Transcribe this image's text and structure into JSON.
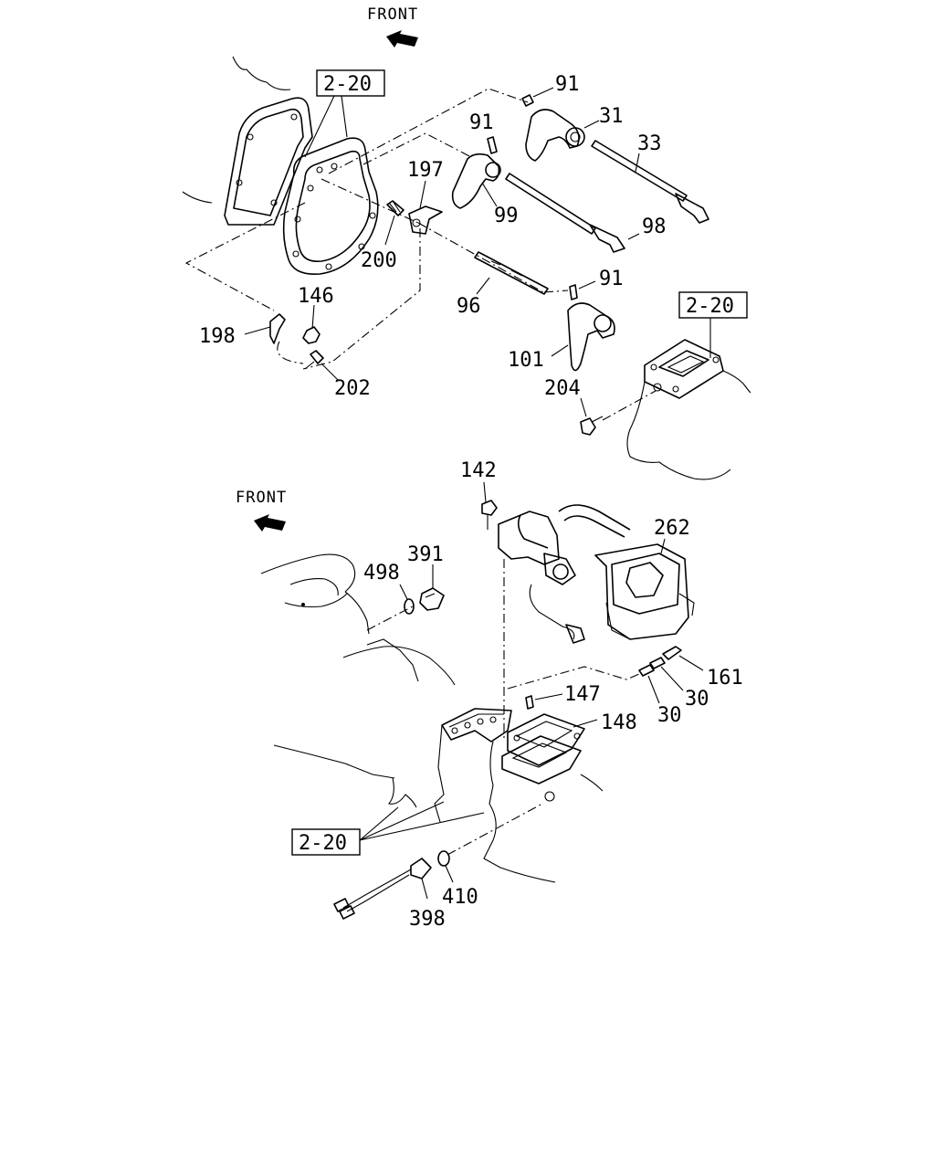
{
  "diagram": {
    "upper_front_label": "FRONT",
    "lower_front_label": "FRONT",
    "ref_boxes": [
      "2-20",
      "2-20",
      "2-20"
    ],
    "callouts": {
      "c91a": "91",
      "c31": "31",
      "c91b": "91",
      "c33": "33",
      "c197": "197",
      "c99": "99",
      "c98": "98",
      "c200": "200",
      "c146": "146",
      "c91c": "91",
      "c96": "96",
      "c198": "198",
      "c101": "101",
      "c202": "202",
      "c204": "204",
      "c142": "142",
      "c262": "262",
      "c391": "391",
      "c498": "498",
      "c161": "161",
      "c147": "147",
      "c30a": "30",
      "c30b": "30",
      "c148": "148",
      "c410": "410",
      "c398": "398"
    }
  }
}
